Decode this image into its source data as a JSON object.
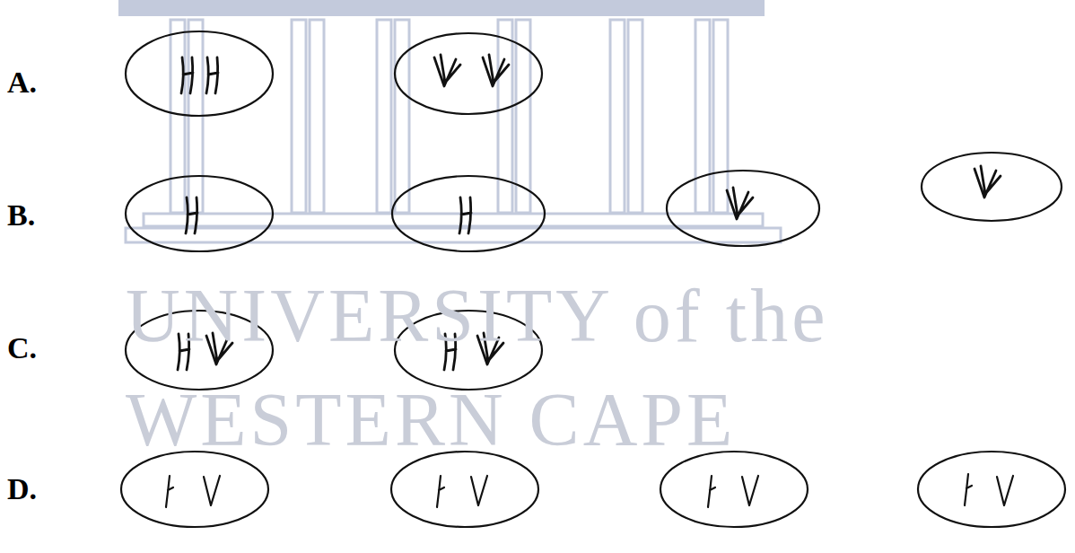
{
  "diagram": {
    "labels": [
      "A.",
      "B.",
      "UNIVERSITY of the",
      "C.",
      "WESTERN CAPE",
      "D."
    ]
  }
}
